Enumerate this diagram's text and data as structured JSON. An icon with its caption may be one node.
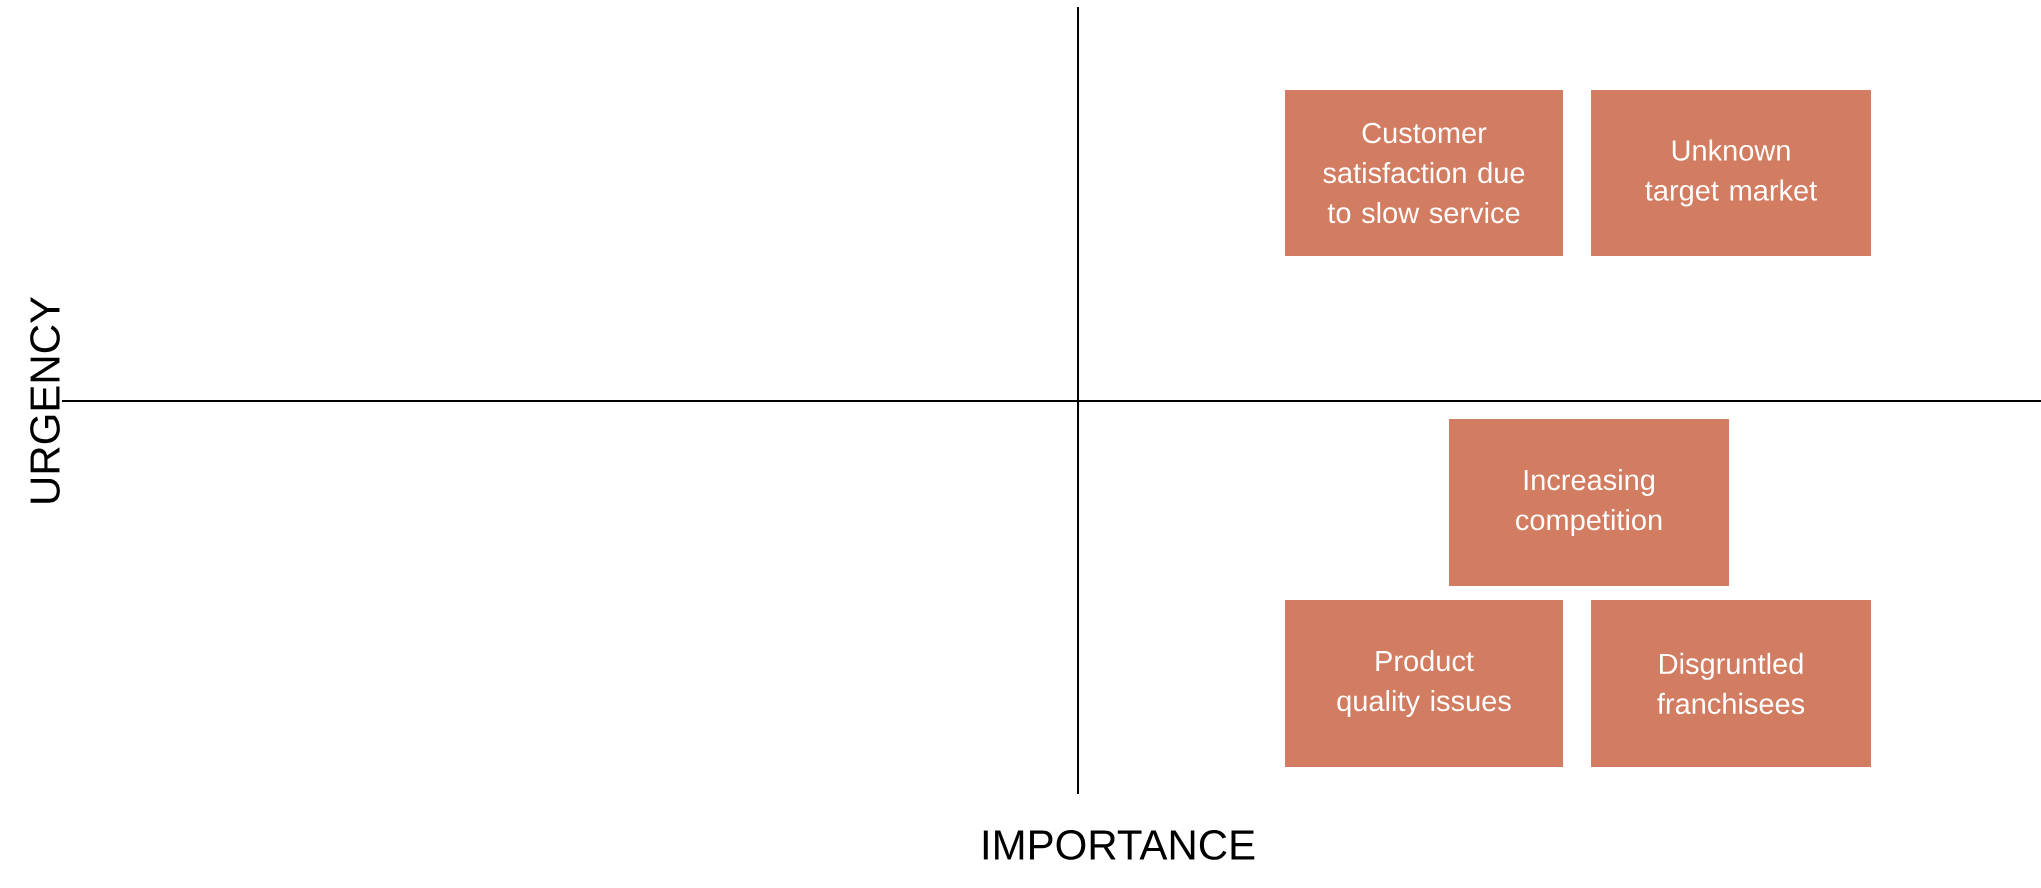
{
  "diagram": {
    "nodes": [
      {
        "text": [
          "Customer satisfaction due to slow service"
        ]
      },
      {
        "text": [
          "Unknown target market"
        ]
      },
      {
        "text": [
          "Increasing competition"
        ]
      },
      {
        "text": [
          "Product quality issues"
        ]
      },
      {
        "text": [
          "Disgruntled franchisees"
        ]
      }
    ],
    "labels": [
      "URGENCY",
      "IMPORTANCE"
    ]
  }
}
